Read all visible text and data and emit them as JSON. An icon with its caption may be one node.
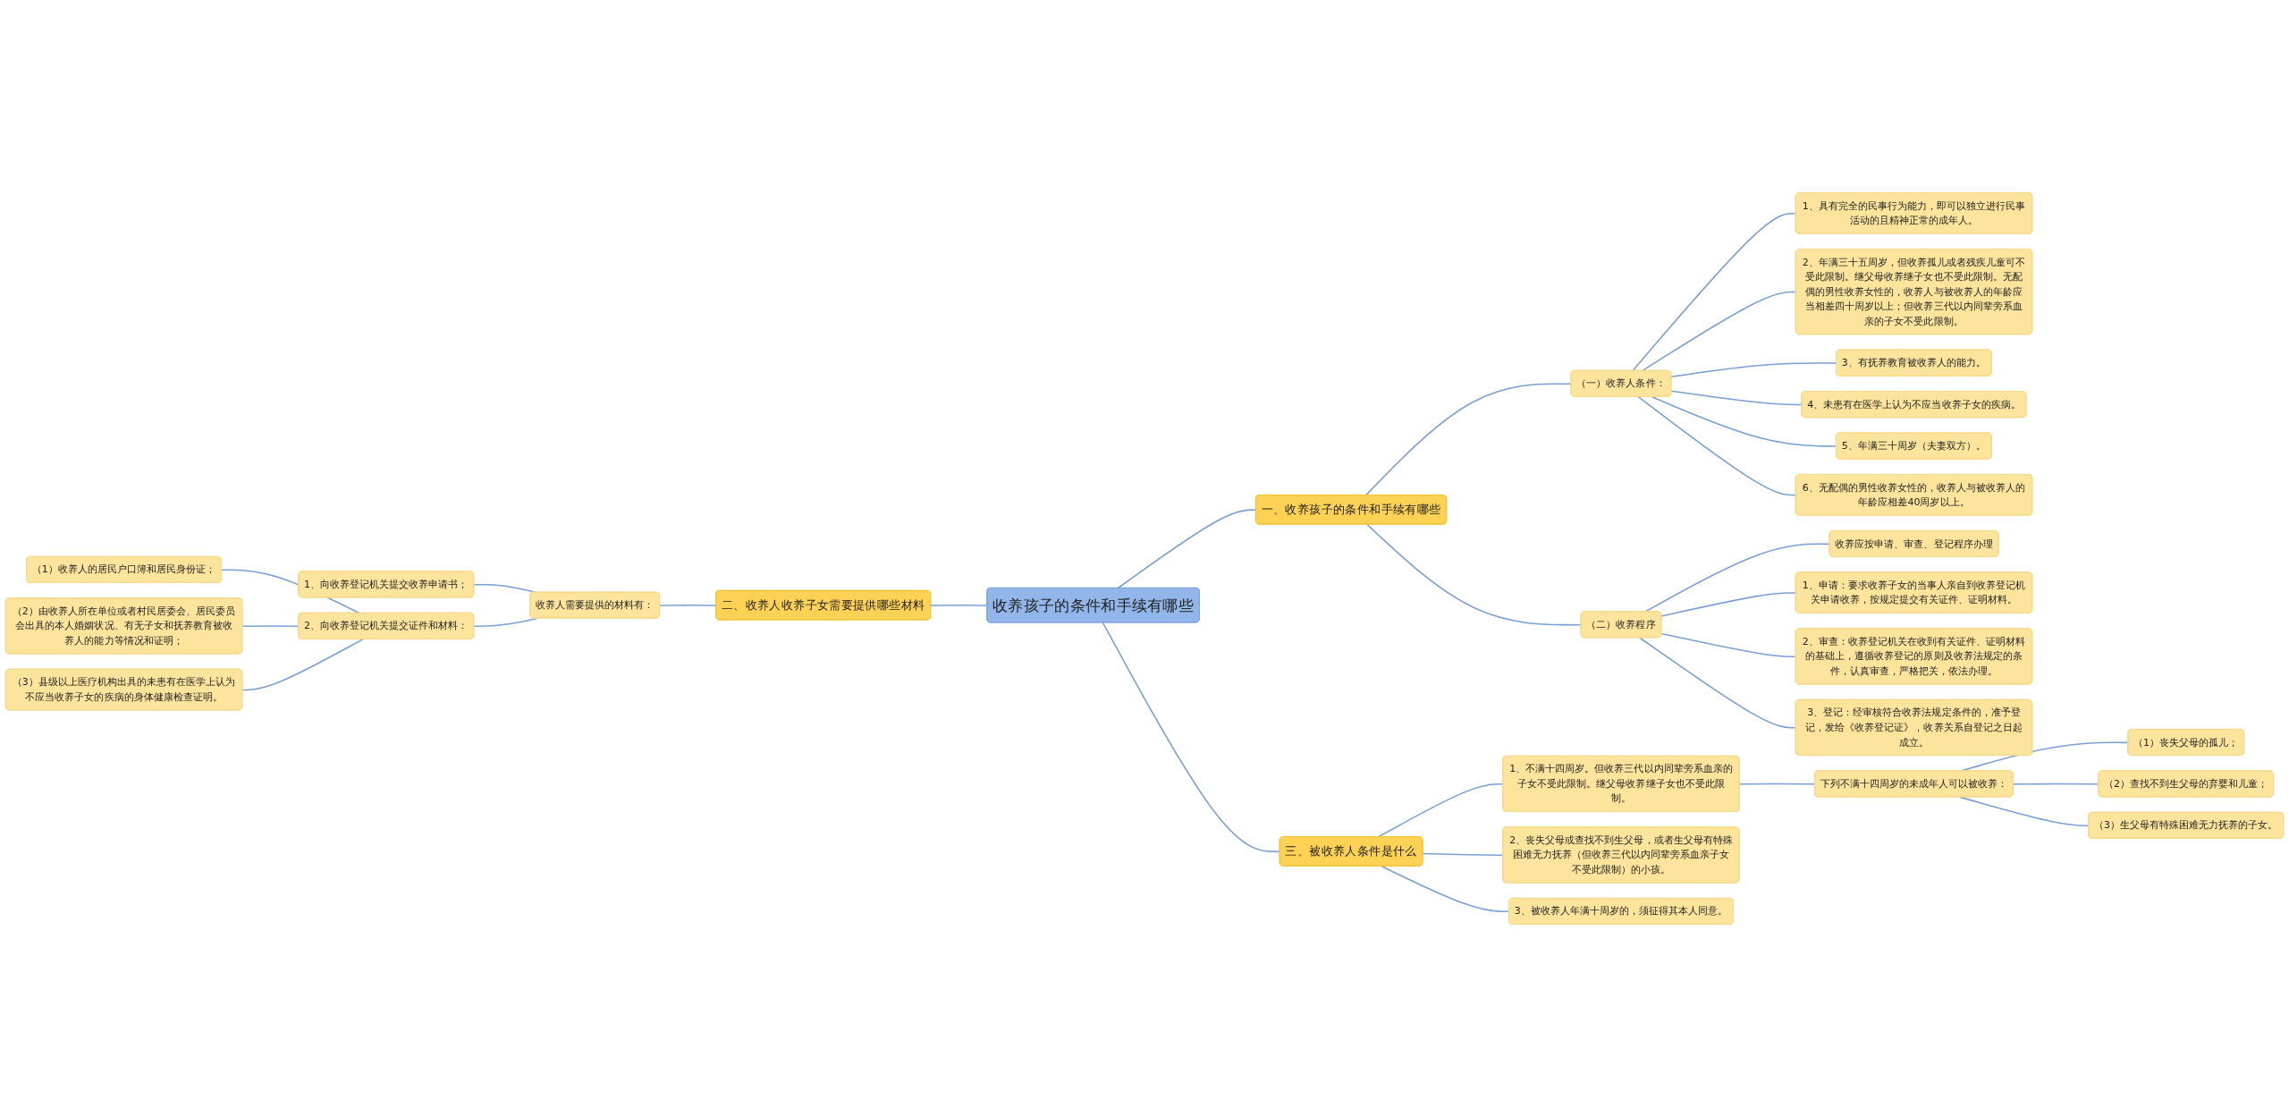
{
  "diagram": {
    "nodes": [
      {
        "text": [
          "收养孩子的条件和手续有哪些"
        ]
      },
      {
        "text": [
          "一、收养孩子的条件和手续有哪些"
        ]
      },
      {
        "text": [
          "（一）收养人条件："
        ]
      },
      {
        "text": [
          "1、具有完全的民事行为能力，即可以独立进行民事活动的且精神正常的成年人。"
        ]
      },
      {
        "text": [
          "2、年满三十五周岁，但收养孤儿或者残疾儿童可不受此限制。继父母收养继子女也不受此限制。无配偶的男性收养女性的，收养人与被收养人的年龄应当相差四十周岁以上；但收养三代以内同辈旁系血亲的子女不受此限制。"
        ]
      },
      {
        "text": [
          "3、有抚养教育被收养人的能力。"
        ]
      },
      {
        "text": [
          "4、未患有在医学上认为不应当收养子女的疾病。"
        ]
      },
      {
        "text": [
          "5、年满三十周岁（夫妻双方）。"
        ]
      },
      {
        "text": [
          "6、无配偶的男性收养女性的，收养人与被收养人的年龄应相差40周岁以上。"
        ]
      },
      {
        "text": [
          "（二）收养程序"
        ]
      },
      {
        "text": [
          "收养应按申请、审查、登记程序办理"
        ]
      },
      {
        "text": [
          "1、申请：要求收养子女的当事人亲自到收养登记机关申请收养，按规定提交有关证件、证明材料。"
        ]
      },
      {
        "text": [
          "2、审查：收养登记机关在收到有关证件、证明材料的基础上，遵循收养登记的原则及收养法规定的条件，认真审查，严格把关，依法办理。"
        ]
      },
      {
        "text": [
          "3、登记：经审核符合收养法规定条件的，准予登记，发给《收养登记证》，收养关系自登记之日起成立。"
        ]
      },
      {
        "text": [
          "三、被收养人条件是什么"
        ]
      },
      {
        "text": [
          "1、不满十四周岁。但收养三代以内同辈旁系血亲的子女不受此限制。继父母收养继子女也不受此限制。"
        ]
      },
      {
        "text": [
          "下列不满十四周岁的未成年人可以被收养："
        ]
      },
      {
        "text": [
          "（1）丧失父母的孤儿；"
        ]
      },
      {
        "text": [
          "（2）查找不到生父母的弃婴和儿童；"
        ]
      },
      {
        "text": [
          "（3）生父母有特殊困难无力抚养的子女。"
        ]
      },
      {
        "text": [
          "2、丧失父母或查找不到生父母，或者生父母有特殊困难无力抚养（但收养三代以内同辈旁系血亲子女不受此限制）的小孩。"
        ]
      },
      {
        "text": [
          "3、被收养人年满十周岁的，须征得其本人同意。"
        ]
      },
      {
        "text": [
          "二、收养人收养子女需要提供哪些材料"
        ]
      },
      {
        "text": [
          "收养人需要提供的材料有："
        ]
      },
      {
        "text": [
          "1、向收养登记机关提交收养申请书；"
        ]
      },
      {
        "text": [
          "2、向收养登记机关提交证件和材料："
        ]
      },
      {
        "text": [
          "（1）收养人的居民户口簿和居民身份证；"
        ]
      },
      {
        "text": [
          "（2）由收养人所在单位或者村民居委会、居民委员会出具的本人婚姻状况、有无子女和抚养教育被收养人的能力等情况和证明；"
        ]
      },
      {
        "text": [
          "（3）县级以上医疗机构出具的未患有在医学上认为不应当收养子女的疾病的身体健康检查证明。"
        ]
      }
    ],
    "edges": [
      {
        "from": 0,
        "to": 1,
        "arrow": "none"
      },
      {
        "from": 1,
        "to": 2,
        "arrow": "none"
      },
      {
        "from": 2,
        "to": 3,
        "arrow": "none"
      },
      {
        "from": 2,
        "to": 4,
        "arrow": "none"
      },
      {
        "from": 2,
        "to": 5,
        "arrow": "none"
      },
      {
        "from": 2,
        "to": 6,
        "arrow": "none"
      },
      {
        "from": 2,
        "to": 7,
        "arrow": "none"
      },
      {
        "from": 2,
        "to": 8,
        "arrow": "none"
      },
      {
        "from": 1,
        "to": 9,
        "arrow": "none"
      },
      {
        "from": 9,
        "to": 10,
        "arrow": "none"
      },
      {
        "from": 9,
        "to": 11,
        "arrow": "none"
      },
      {
        "from": 9,
        "to": 12,
        "arrow": "none"
      },
      {
        "from": 9,
        "to": 13,
        "arrow": "none"
      },
      {
        "from": 0,
        "to": 14,
        "arrow": "none"
      },
      {
        "from": 14,
        "to": 15,
        "arrow": "none"
      },
      {
        "from": 15,
        "to": 16,
        "arrow": "none"
      },
      {
        "from": 16,
        "to": 17,
        "arrow": "none"
      },
      {
        "from": 16,
        "to": 18,
        "arrow": "none"
      },
      {
        "from": 16,
        "to": 19,
        "arrow": "none"
      },
      {
        "from": 14,
        "to": 20,
        "arrow": "none"
      },
      {
        "from": 14,
        "to": 21,
        "arrow": "none"
      },
      {
        "from": 0,
        "to": 22,
        "arrow": "none"
      },
      {
        "from": 22,
        "to": 23,
        "arrow": "none"
      },
      {
        "from": 23,
        "to": 24,
        "arrow": "none"
      },
      {
        "from": 23,
        "to": 25,
        "arrow": "none"
      },
      {
        "from": 25,
        "to": 26,
        "arrow": "none"
      },
      {
        "from": 25,
        "to": 27,
        "arrow": "none"
      },
      {
        "from": 25,
        "to": 28,
        "arrow": "none"
      }
    ]
  }
}
